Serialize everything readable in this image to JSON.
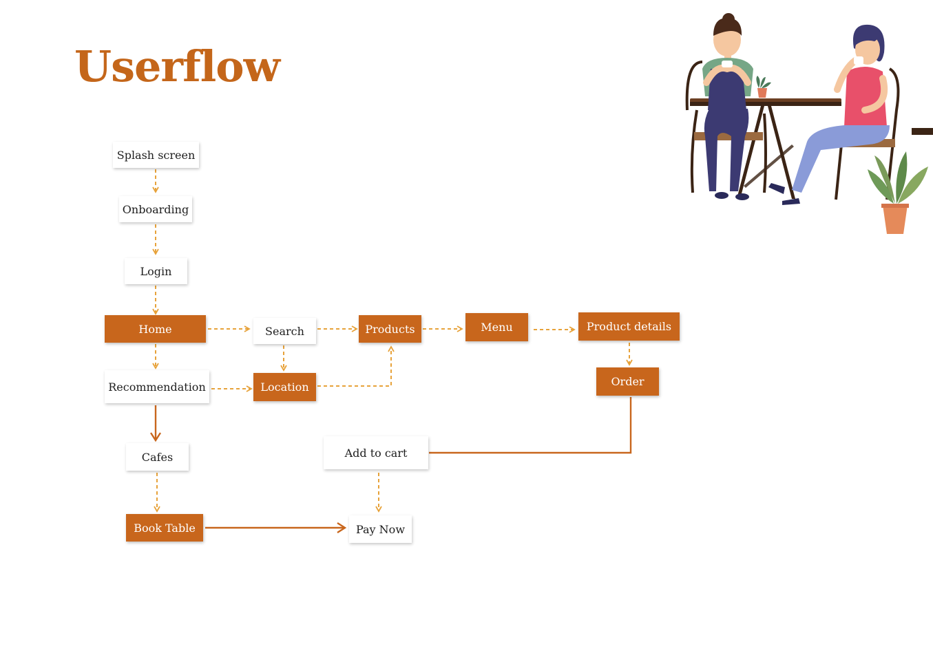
{
  "title": "Userflow",
  "colors": {
    "accent": "#c8661c",
    "dashed_arrow": "#e7a23a",
    "solid_arrow": "#c8661c",
    "text": "#1e1e1e"
  },
  "nodes": {
    "splash": "Splash screen",
    "onboarding": "Onboarding",
    "login": "Login",
    "home": "Home",
    "search": "Search",
    "products": "Products",
    "menu": "Menu",
    "product_details": "Product details",
    "recommendation": "Recommendation",
    "location": "Location",
    "order": "Order",
    "cafes": "Cafes",
    "add_to_cart": "Add to cart",
    "book_table": "Book Table",
    "pay_now": "Pay Now"
  },
  "illustration": {
    "subject": "two-women-drinking-coffee-at-cafe-table",
    "icon": "cafe-illustration"
  }
}
